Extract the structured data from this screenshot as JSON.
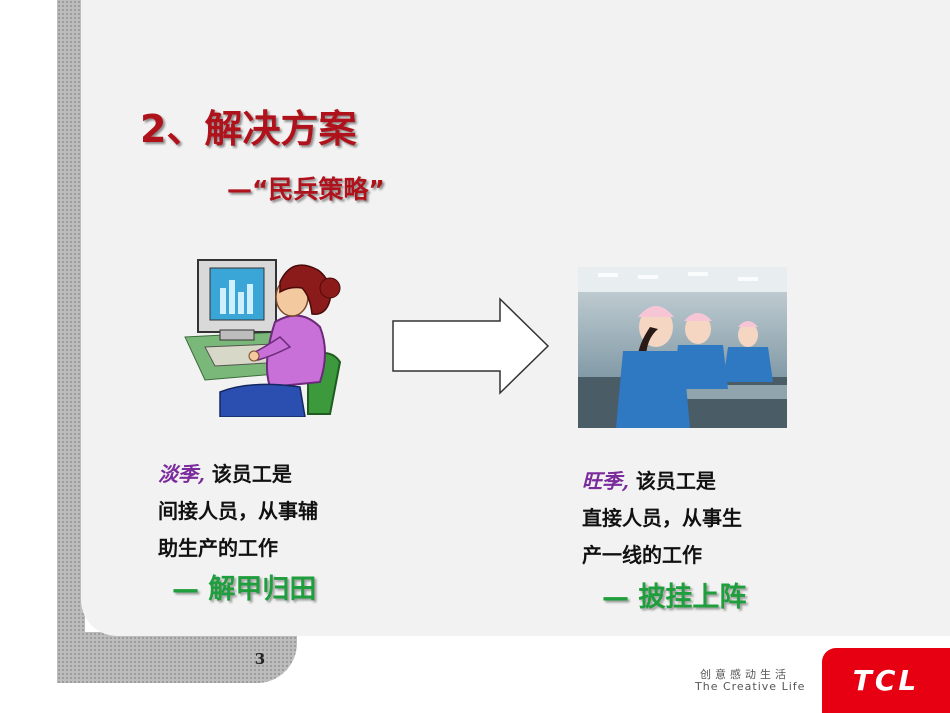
{
  "slide": {
    "title": "2、解决方案",
    "subtitle": "—“民兵策略”",
    "page_number": "3"
  },
  "left": {
    "season": "淡季,",
    "line1_rest": " 该员工是",
    "line2": "间接人员，从事辅",
    "line3": "助生产的工作",
    "tagline": "— 解甲归田"
  },
  "right": {
    "season": "旺季,",
    "line1_rest": " 该员工是",
    "line2": "直接人员，从事生",
    "line3": "产一线的工作",
    "tagline": "— 披挂上阵"
  },
  "footer": {
    "slogan_cn": "创意感动生活",
    "slogan_en": "The Creative Life",
    "logo_text": "TCL"
  },
  "colors": {
    "title": "#b0121b",
    "season": "#7a2b9c",
    "tagline": "#1e9e3c",
    "logo_bg": "#e60012"
  },
  "icons": {
    "left_image": "office-worker-at-computer-clipart",
    "right_image": "factory-workers-assembly-line-photo",
    "center": "right-arrow-outline"
  }
}
